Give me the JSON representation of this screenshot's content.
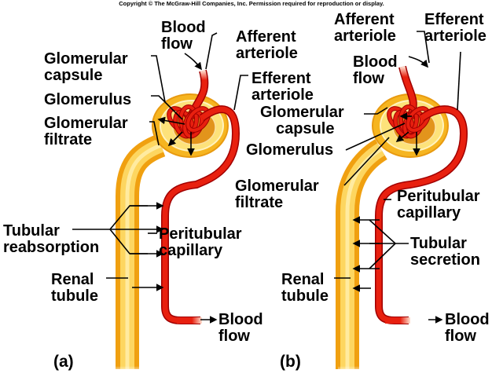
{
  "copyright": "Copyright © The McGraw-Hill Companies, Inc. Permission required for reproduction or display.",
  "colors": {
    "tubule": "#f8b820",
    "tubule_light": "#fde58a",
    "capsule_inner": "#e8a020",
    "vessel": "#e8200f",
    "vessel_dark": "#a00000",
    "line": "#000000"
  },
  "panels": [
    {
      "id": "(a)",
      "process": "reabsorption",
      "labels": {
        "blood_flow_in": [
          "Blood",
          "flow"
        ],
        "afferent": [
          "Afferent",
          "arteriole"
        ],
        "efferent": [
          "Efferent",
          "arteriole"
        ],
        "capsule": [
          "Glomerular",
          "capsule"
        ],
        "glomerulus": [
          "Glomerulus"
        ],
        "filtrate": [
          "Glomerular",
          "filtrate"
        ],
        "tubular_process": [
          "Tubular",
          "reabsorption"
        ],
        "peritubular": [
          "Peritubular",
          "capillary"
        ],
        "renal_tubule": [
          "Renal",
          "tubule"
        ],
        "blood_flow_out": [
          "Blood",
          "flow"
        ]
      }
    },
    {
      "id": "(b)",
      "process": "secretion",
      "labels": {
        "afferent": [
          "Afferent",
          "arteriole"
        ],
        "efferent": [
          "Efferent",
          "arteriole"
        ],
        "blood_flow_in": [
          "Blood",
          "flow"
        ],
        "capsule": [
          "Glomerular",
          "capsule"
        ],
        "glomerulus": [
          "Glomerulus"
        ],
        "filtrate": [
          "Glomerular",
          "filtrate"
        ],
        "peritubular": [
          "Peritubular",
          "capillary"
        ],
        "tubular_process": [
          "Tubular",
          "secretion"
        ],
        "renal_tubule": [
          "Renal",
          "tubule"
        ],
        "blood_flow_out": [
          "Blood",
          "flow"
        ]
      }
    }
  ]
}
